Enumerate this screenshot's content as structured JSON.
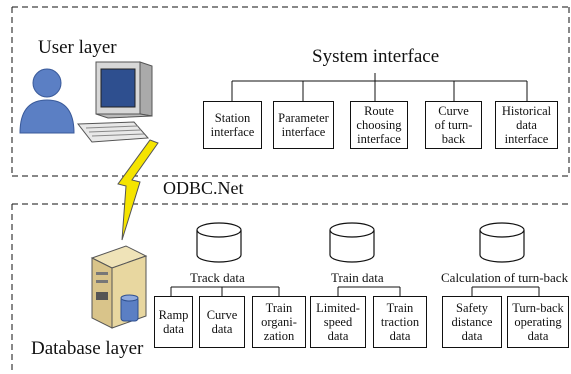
{
  "user_layer": {
    "title": "User layer",
    "system_interface": {
      "title": "System interface",
      "modules": [
        "Station\ninterface",
        "Parameter\ninterface",
        "Route\nchoosing\ninterface",
        "Curve\nof turn-\nback",
        "Historical\ndata\ninterface"
      ]
    }
  },
  "connector": {
    "label": "ODBC.Net"
  },
  "database_layer": {
    "title": "Database layer",
    "groups": [
      {
        "title": "Track data",
        "items": [
          "Ramp\ndata",
          "Curve\ndata",
          "Train\norgani-\nzation"
        ]
      },
      {
        "title": "Train data",
        "items": [
          "Limited-\nspeed\ndata",
          "Train\ntraction\ndata"
        ]
      },
      {
        "title": "Calculation of turn-back",
        "items": [
          "Safety\ndistance\ndata",
          "Turn-back\noperating\ndata"
        ]
      }
    ]
  },
  "icons": [
    "user-icon",
    "computer-icon",
    "lightning-icon",
    "server-icon",
    "database-icon"
  ]
}
